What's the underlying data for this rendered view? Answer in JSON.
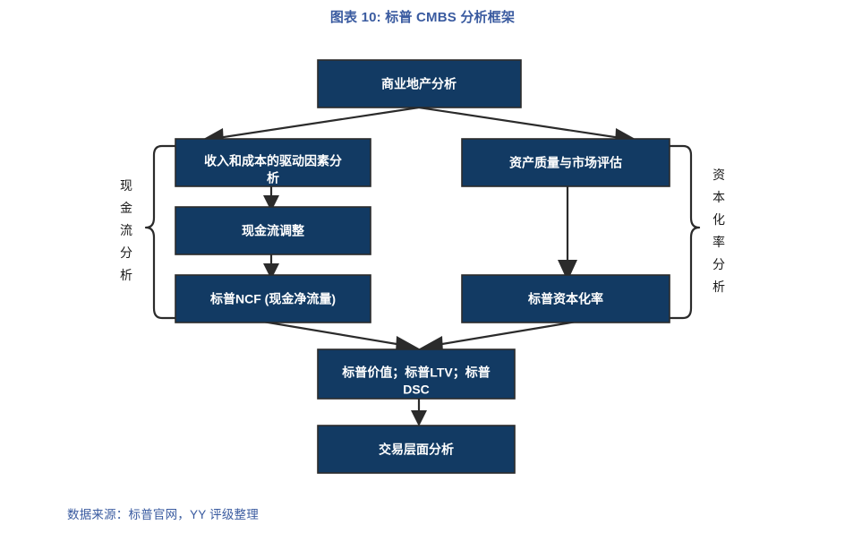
{
  "title": "图表 10: 标普 CMBS 分析框架",
  "source_note": "数据来源：标普官网，YY 评级整理",
  "colors": {
    "title": "#3a5ba0",
    "source": "#3a5ba0",
    "box_fill": "#123a63",
    "box_stroke": "#2b2b2b",
    "box_text": "#ffffff",
    "connector": "#2b2b2b",
    "side_label": "#1a1a1a"
  },
  "diagram": {
    "type": "flowchart",
    "nodes": {
      "root": {
        "label": "商业地产分析"
      },
      "left_1": {
        "label_line1": "收入和成本的驱动因素分",
        "label_line2": "析"
      },
      "left_2": {
        "label": "现金流调整"
      },
      "left_3": {
        "label": "标普NCF (现金净流量)"
      },
      "right_1": {
        "label": "资产质量与市场评估"
      },
      "right_2": {
        "label": "标普资本化率"
      },
      "merge": {
        "label_line1": "标普价值；标普LTV；标普",
        "label_line2": "DSC"
      },
      "final": {
        "label": "交易层面分析"
      }
    },
    "group_labels": {
      "left": {
        "chars": [
          "现",
          "金",
          "流",
          "分",
          "析"
        ]
      },
      "right": {
        "chars": [
          "资",
          "本",
          "化",
          "率",
          "分",
          "析"
        ]
      }
    },
    "edges": [
      {
        "from": "root",
        "to": "left_1"
      },
      {
        "from": "root",
        "to": "right_1"
      },
      {
        "from": "left_1",
        "to": "left_2"
      },
      {
        "from": "left_2",
        "to": "left_3"
      },
      {
        "from": "right_1",
        "to": "right_2"
      },
      {
        "from": "left_3",
        "to": "merge"
      },
      {
        "from": "right_2",
        "to": "merge"
      },
      {
        "from": "merge",
        "to": "final"
      }
    ]
  }
}
